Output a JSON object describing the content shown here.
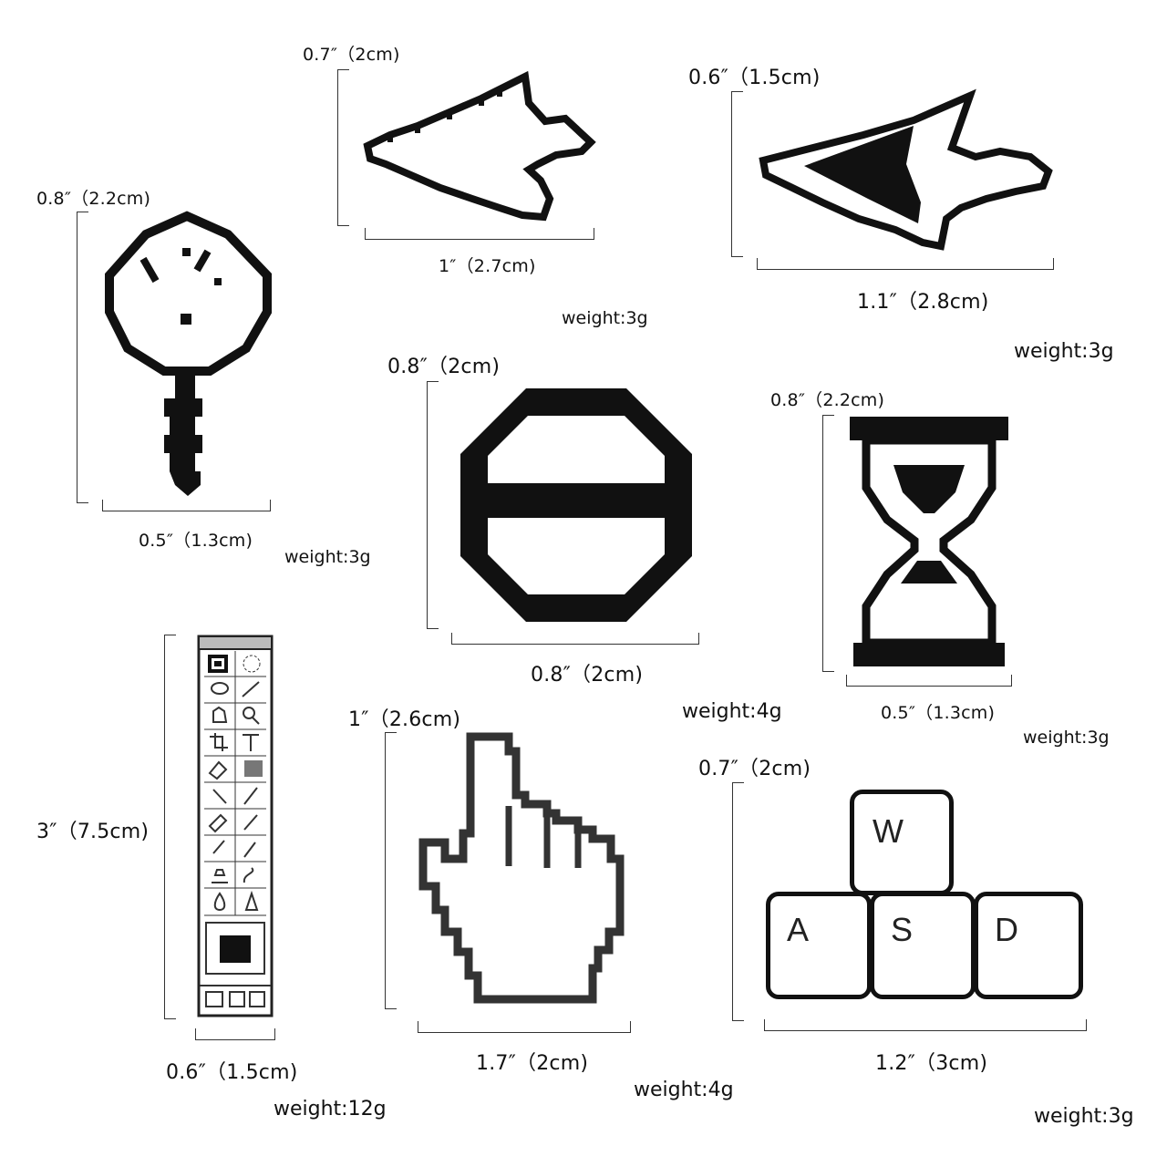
{
  "items": [
    {
      "name": "magnifier-pin",
      "height_label": "0.8″（2.2cm)",
      "width_label": "0.5″（1.3cm)",
      "weight": "weight:3g"
    },
    {
      "name": "small-arrow-pin",
      "height_label": "0.7″（2cm)",
      "width_label": "1″（2.7cm)",
      "weight": "weight:3g"
    },
    {
      "name": "large-arrow-pin",
      "height_label": "0.6″（1.5cm)",
      "width_label": "1.1″（2.8cm)",
      "weight": "weight:3g"
    },
    {
      "name": "stop-sign-pin",
      "height_label": "0.8″（2cm)",
      "width_label": "0.8″（2cm)",
      "weight": "weight:4g"
    },
    {
      "name": "hourglass-pin",
      "height_label": "0.8″（2.2cm)",
      "width_label": "0.5″（1.3cm)",
      "weight": "weight:3g"
    },
    {
      "name": "toolbar-pin",
      "height_label": "3″（7.5cm)",
      "width_label": "0.6″（1.5cm)",
      "weight": "weight:12g"
    },
    {
      "name": "hand-cursor-pin",
      "height_label": "1″（2.6cm)",
      "width_label": "1.7″（2cm)",
      "weight": "weight:4g"
    },
    {
      "name": "wasd-keys-pin",
      "height_label": "0.7″（2cm)",
      "width_label": "1.2″（3cm)",
      "weight": "weight:3g"
    }
  ],
  "keys": {
    "w": "W",
    "a": "A",
    "s": "S",
    "d": "D"
  },
  "colors": {
    "enamel": "#ffffff",
    "metal": "#111111",
    "ink": "#111111"
  }
}
